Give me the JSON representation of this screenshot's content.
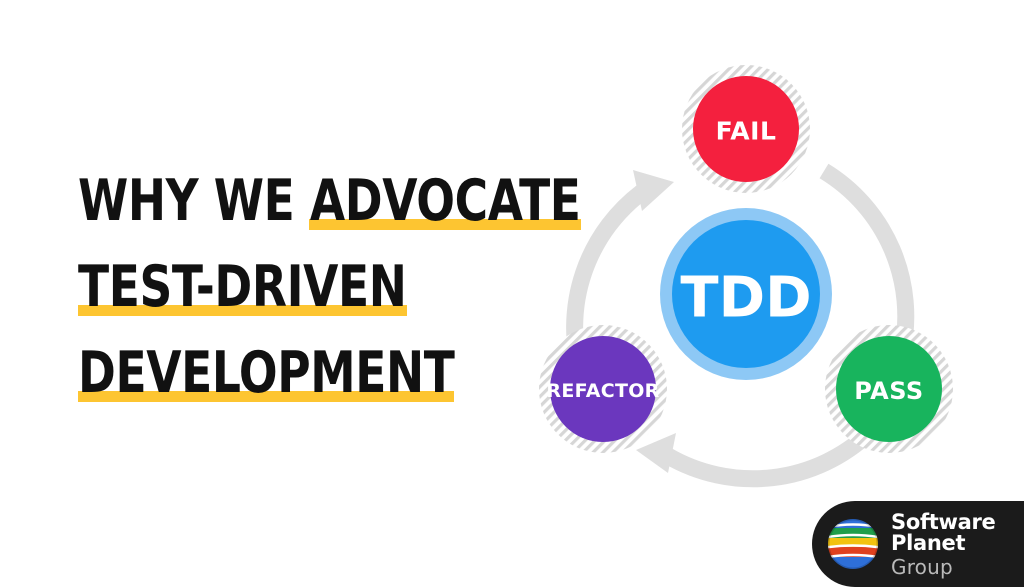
{
  "background_color": "#FFFFFF",
  "headline": {
    "lines": [
      {
        "text": "WHY WE ADVOCATE",
        "highlight_start_ratio": 0.46,
        "highlight_end_ratio": 1.0
      },
      {
        "text": "TEST-DRIVEN",
        "highlight_start_ratio": 0.0,
        "highlight_end_ratio": 1.0
      },
      {
        "text": "DEVELOPMENT",
        "highlight_start_ratio": 0.0,
        "highlight_end_ratio": 1.0
      }
    ],
    "text_color": "#111111",
    "highlight_color": "#FDC531"
  },
  "diagram": {
    "type": "cycle",
    "center_node": {
      "label": "TDD",
      "color": "#1E9BF0",
      "ring_color": "#8DC8F5"
    },
    "nodes": [
      {
        "id": "fail",
        "label": "FAIL",
        "color": "#F4203E",
        "position": "top"
      },
      {
        "id": "pass",
        "label": "PASS",
        "color": "#18B45D",
        "position": "bottom-right"
      },
      {
        "id": "refactor",
        "label": "REFACTOR",
        "color": "#6B37BE",
        "position": "bottom-left"
      }
    ],
    "arrows": [
      {
        "from": "fail",
        "to": "pass"
      },
      {
        "from": "pass",
        "to": "refactor"
      },
      {
        "from": "refactor",
        "to": "fail"
      }
    ],
    "arrow_color": "#DEDEDE",
    "halo_stripe_color": "#D6D6D6",
    "halo_base_color": "#FFFFFF"
  },
  "logo": {
    "brand_line1": "Software Planet",
    "brand_line2": "Group",
    "badge_color": "#1B1B1B",
    "sphere_bands": [
      "#2E6FD8",
      "#1F9E4B",
      "#F2C310",
      "#E0411F",
      "#2E6FD8"
    ]
  }
}
